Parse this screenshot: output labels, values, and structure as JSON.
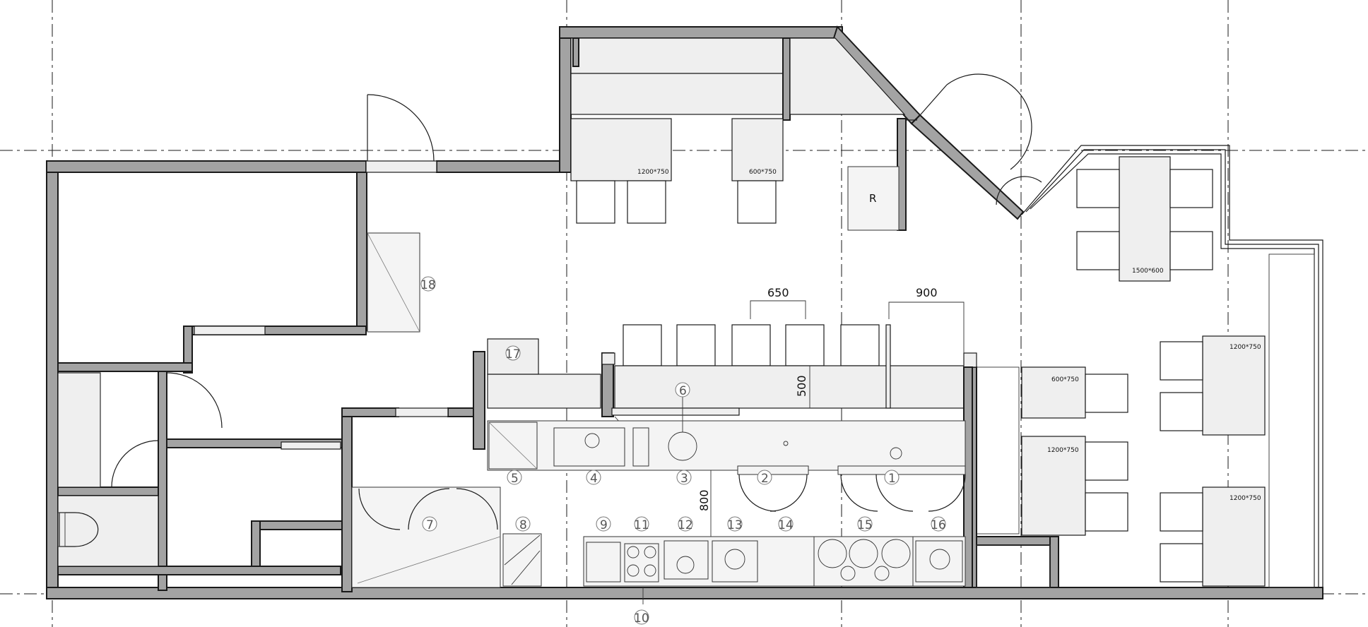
{
  "plan": {
    "dimensions": {
      "d650": "650",
      "d900": "900",
      "d500": "500",
      "d800": "800"
    },
    "table_sizes": {
      "t1": "1200*750",
      "t2": "600*750",
      "t3": "1500*600",
      "t4": "1200*750",
      "t5": "600*750",
      "t6": "1200*750",
      "t7": "1200*750"
    },
    "room_r": "R",
    "equipment_numbers": {
      "n1": "1",
      "n2": "2",
      "n3": "3",
      "n4": "4",
      "n5": "5",
      "n6": "6",
      "n7": "7",
      "n8": "8",
      "n9": "9",
      "n10": "10",
      "n11": "11",
      "n12": "12",
      "n13": "13",
      "n14": "14",
      "n15": "15",
      "n16": "16",
      "n17": "17",
      "n18": "18"
    }
  }
}
